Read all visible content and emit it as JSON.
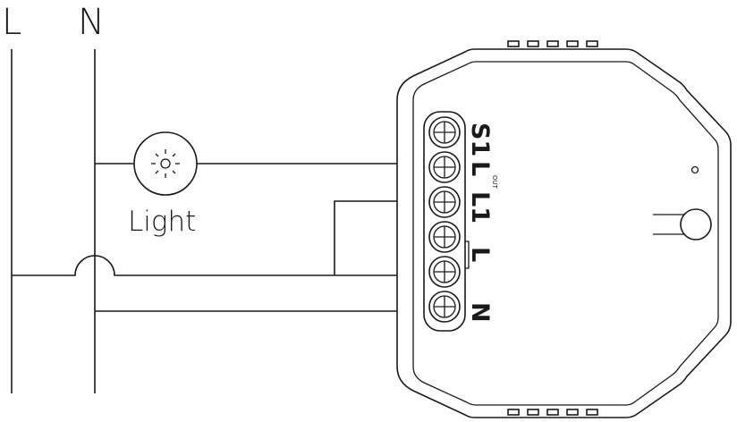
{
  "bus": {
    "line_label": "L",
    "neutral_label": "N"
  },
  "load": {
    "label": "Light",
    "icon": "light-bulb-icon"
  },
  "module": {
    "terminals": [
      {
        "id": "s1",
        "label": "S1"
      },
      {
        "id": "lout",
        "label": "L",
        "sup": "OUT"
      },
      {
        "id": "l1",
        "label": "L1"
      },
      {
        "id": "l",
        "label": "L"
      },
      {
        "id": "n",
        "label": "N"
      }
    ]
  },
  "colors": {
    "stroke": "#1a1a1a",
    "background": "#ffffff"
  }
}
